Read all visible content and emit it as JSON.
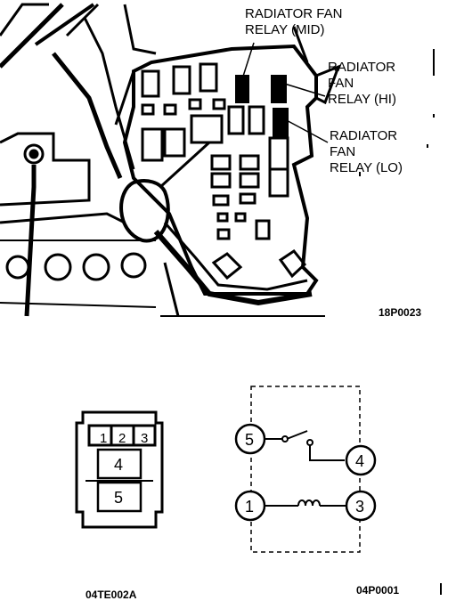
{
  "photo": {
    "labels": {
      "mid": [
        "RADIATOR FAN",
        "RELAY (MID)"
      ],
      "hi": [
        "RADIATOR",
        "FAN",
        "RELAY (HI)"
      ],
      "lo": [
        "RADIATOR",
        "FAN",
        "RELAY (LO)"
      ]
    },
    "figure_code": "18P0023"
  },
  "connector": {
    "pins_top": [
      "1",
      "2",
      "3"
    ],
    "pin_middle": "4",
    "pin_bottom": "5",
    "figure_code": "04TE002A"
  },
  "schematic": {
    "pins": [
      "5",
      "4",
      "1",
      "3"
    ],
    "figure_code": "04P0001"
  }
}
